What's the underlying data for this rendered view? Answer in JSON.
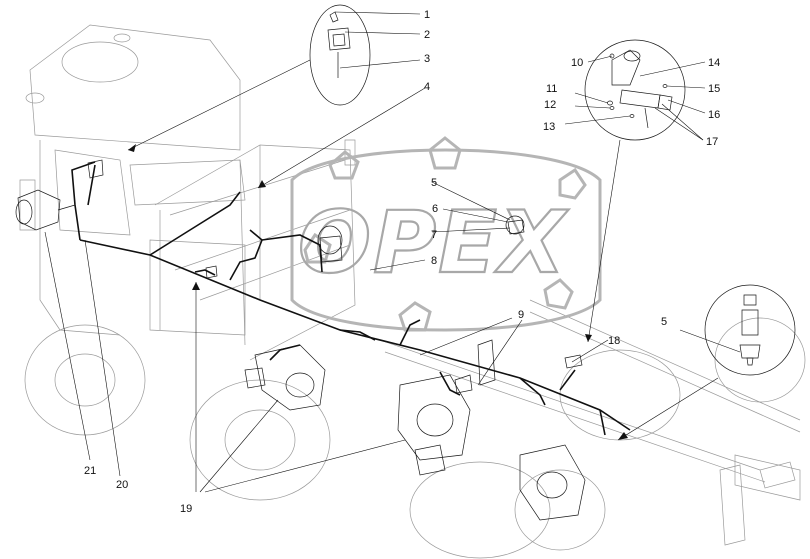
{
  "watermark": {
    "text": "OPEX"
  },
  "callouts": {
    "c1": "1",
    "c2": "2",
    "c3": "3",
    "c4": "4",
    "c5": "5",
    "c5b": "5",
    "c6": "6",
    "c7": "7",
    "c8": "8",
    "c9": "9",
    "c10": "10",
    "c11": "11",
    "c12": "12",
    "c13": "13",
    "c14": "14",
    "c15": "15",
    "c16": "16",
    "c17": "17",
    "c18": "18",
    "c19": "19",
    "c20": "20",
    "c21": "21"
  }
}
